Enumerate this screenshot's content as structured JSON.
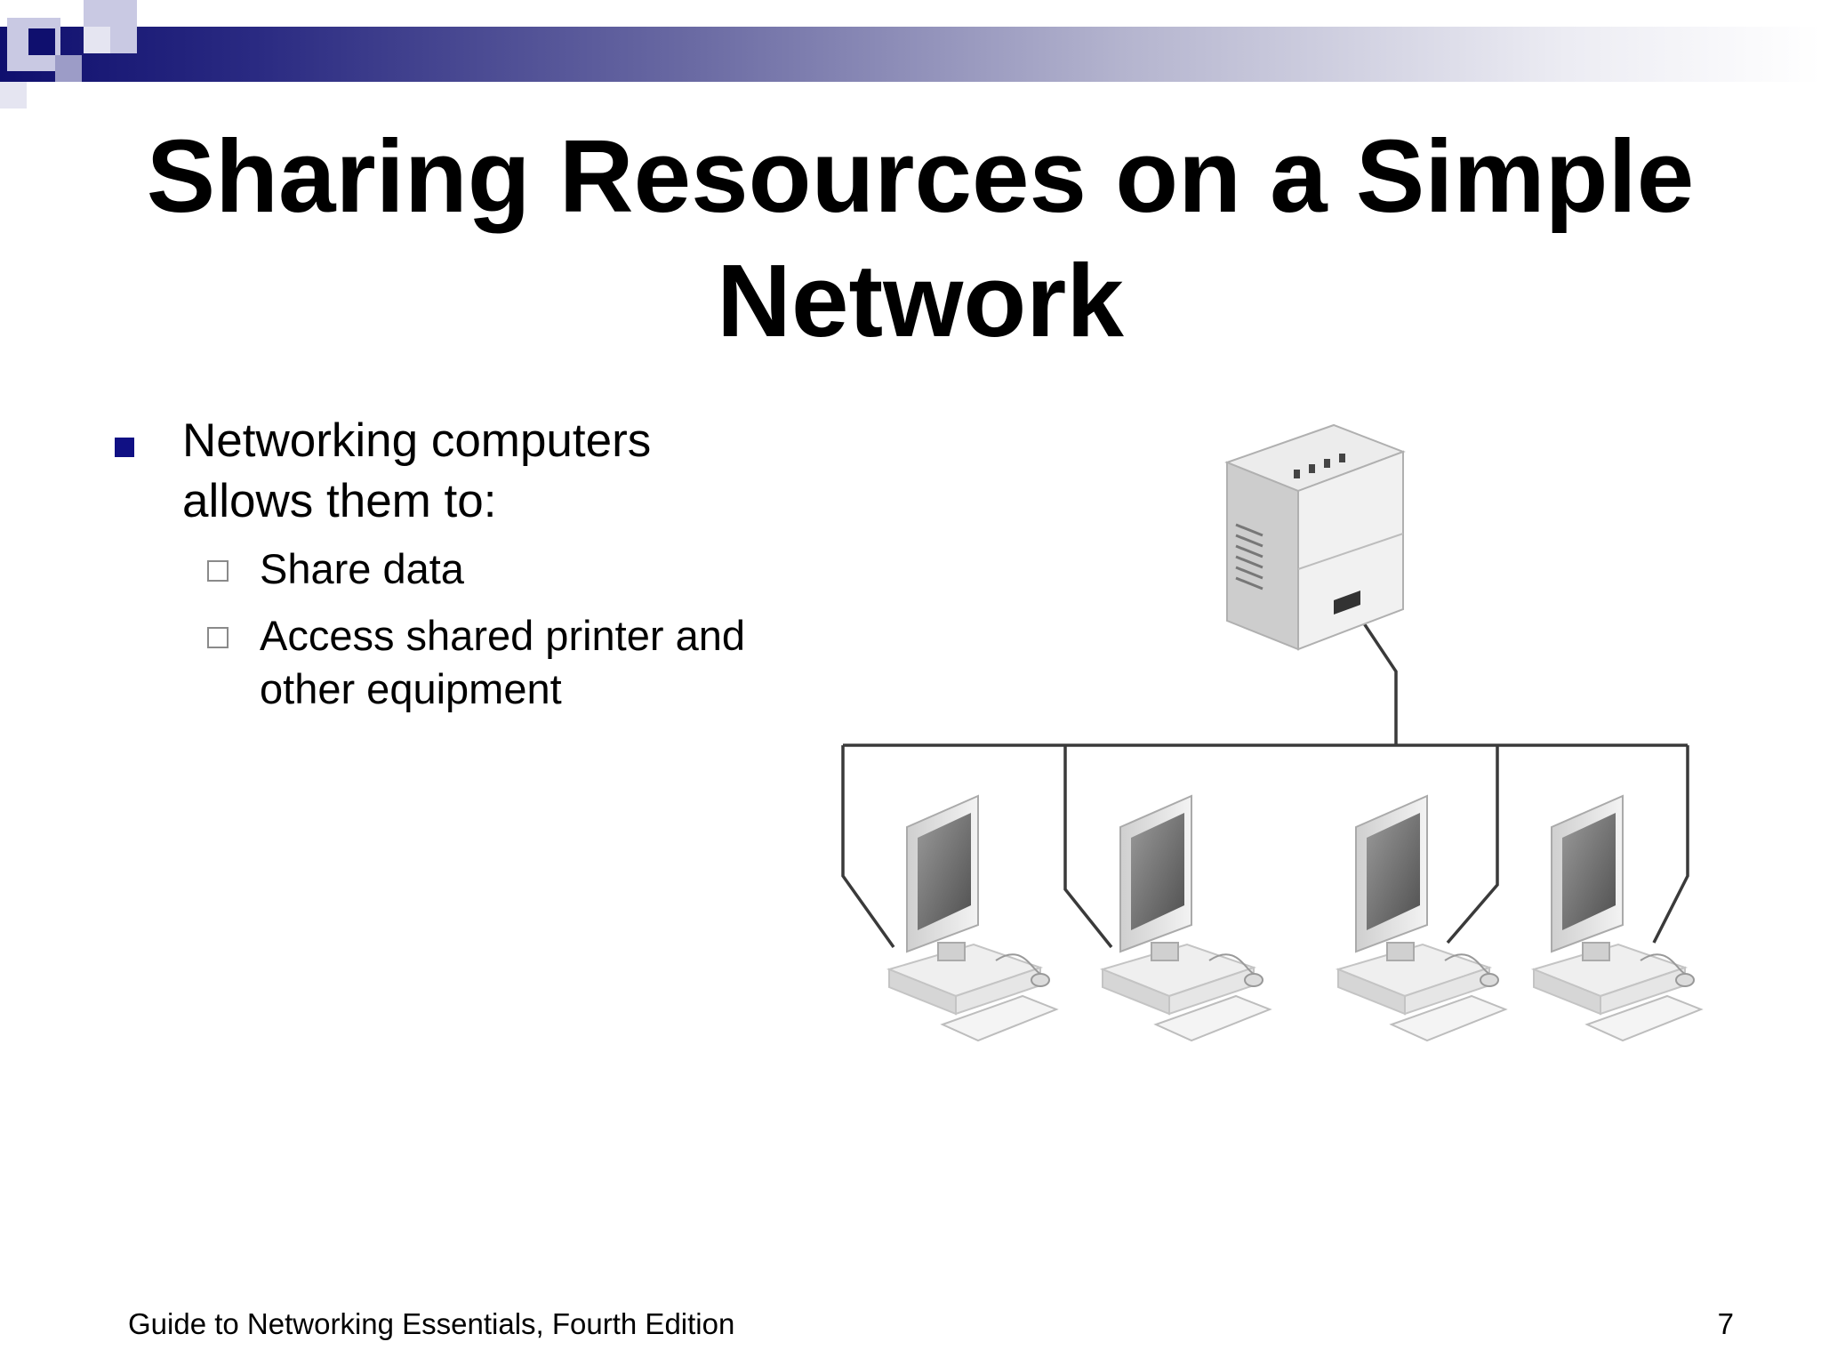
{
  "slide": {
    "title": "Sharing Resources on a Simple Network",
    "bullets": [
      {
        "text": "Networking computers allows them to:",
        "sub": [
          "Share data",
          "Access shared printer and other equipment"
        ]
      }
    ]
  },
  "footer": {
    "text": "Guide to Networking Essentials, Fourth Edition",
    "page_number": "7"
  },
  "colors": {
    "band_dark": "#0f0f6e",
    "bullet": "#101084"
  },
  "diagram": {
    "devices": [
      "printer",
      "computer",
      "computer",
      "computer",
      "computer"
    ]
  }
}
